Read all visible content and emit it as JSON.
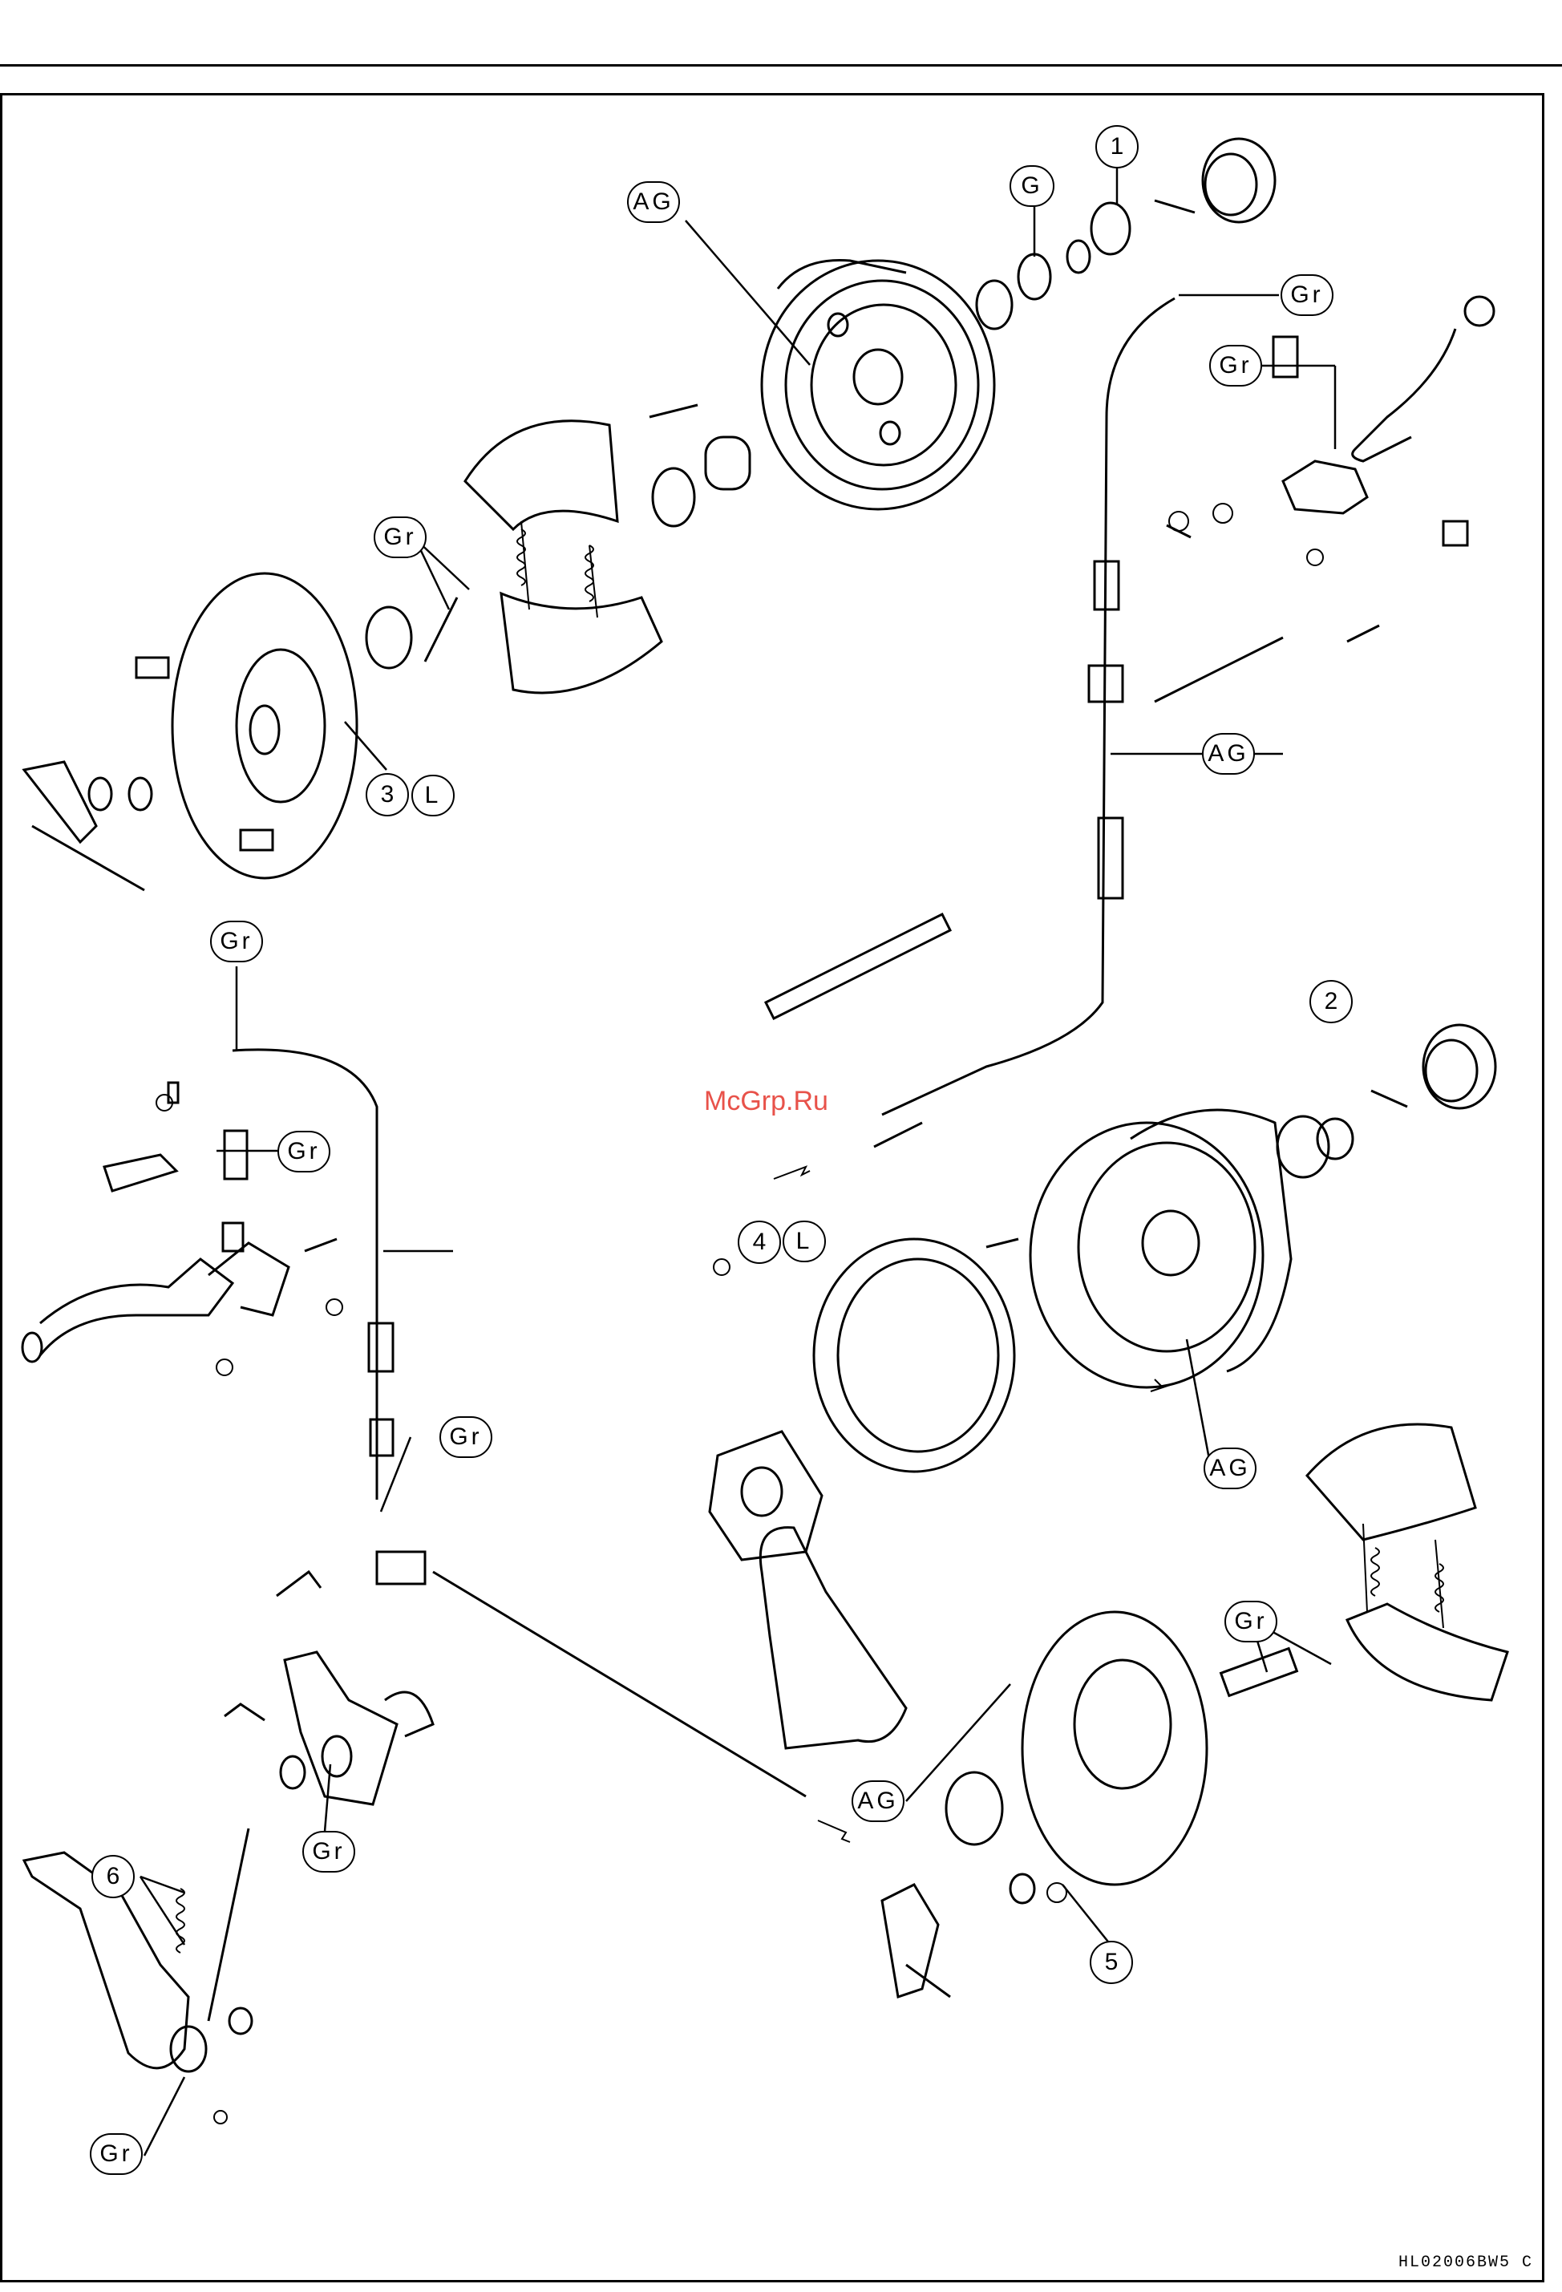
{
  "labels": {
    "ag": "AG",
    "g": "G",
    "gr": "Gr",
    "l": "L",
    "n1": "1",
    "n2": "2",
    "n3": "3",
    "n4": "4",
    "n5": "5",
    "n6": "6"
  },
  "watermark": "McGrp.Ru",
  "figure_code": "HL02006BW5 C"
}
